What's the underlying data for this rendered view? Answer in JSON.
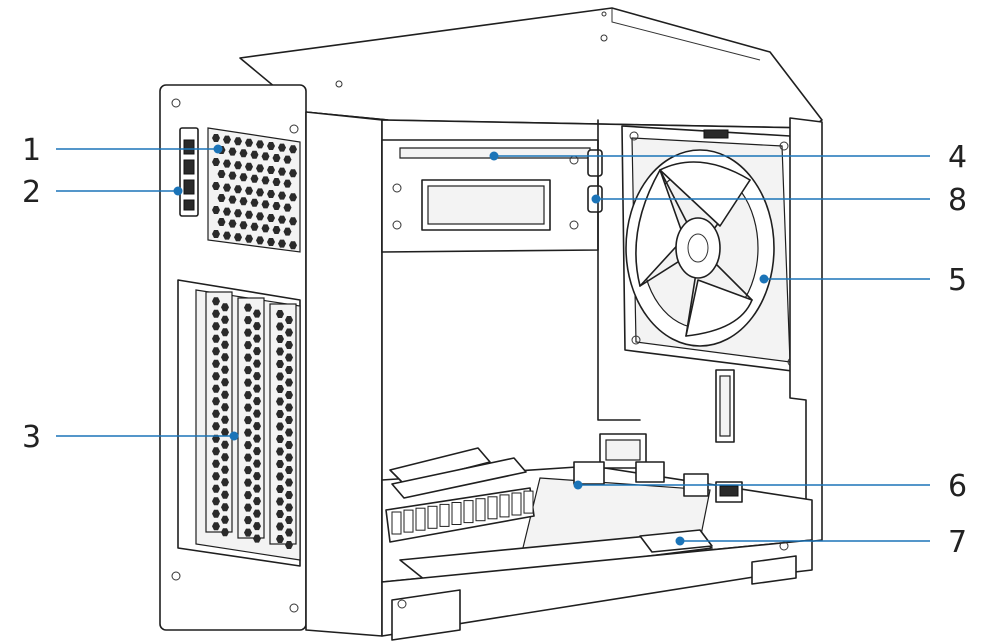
{
  "callouts": [
    {
      "label": "1"
    },
    {
      "label": "2"
    },
    {
      "label": "3"
    },
    {
      "label": "4"
    },
    {
      "label": "8"
    },
    {
      "label": "5"
    },
    {
      "label": "6"
    },
    {
      "label": "7"
    }
  ],
  "colors": {
    "callout_line": "#1b74b8",
    "outline": "#1f1f1f",
    "background": "#ffffff"
  },
  "icons": [
    "pc-case-drawing"
  ]
}
